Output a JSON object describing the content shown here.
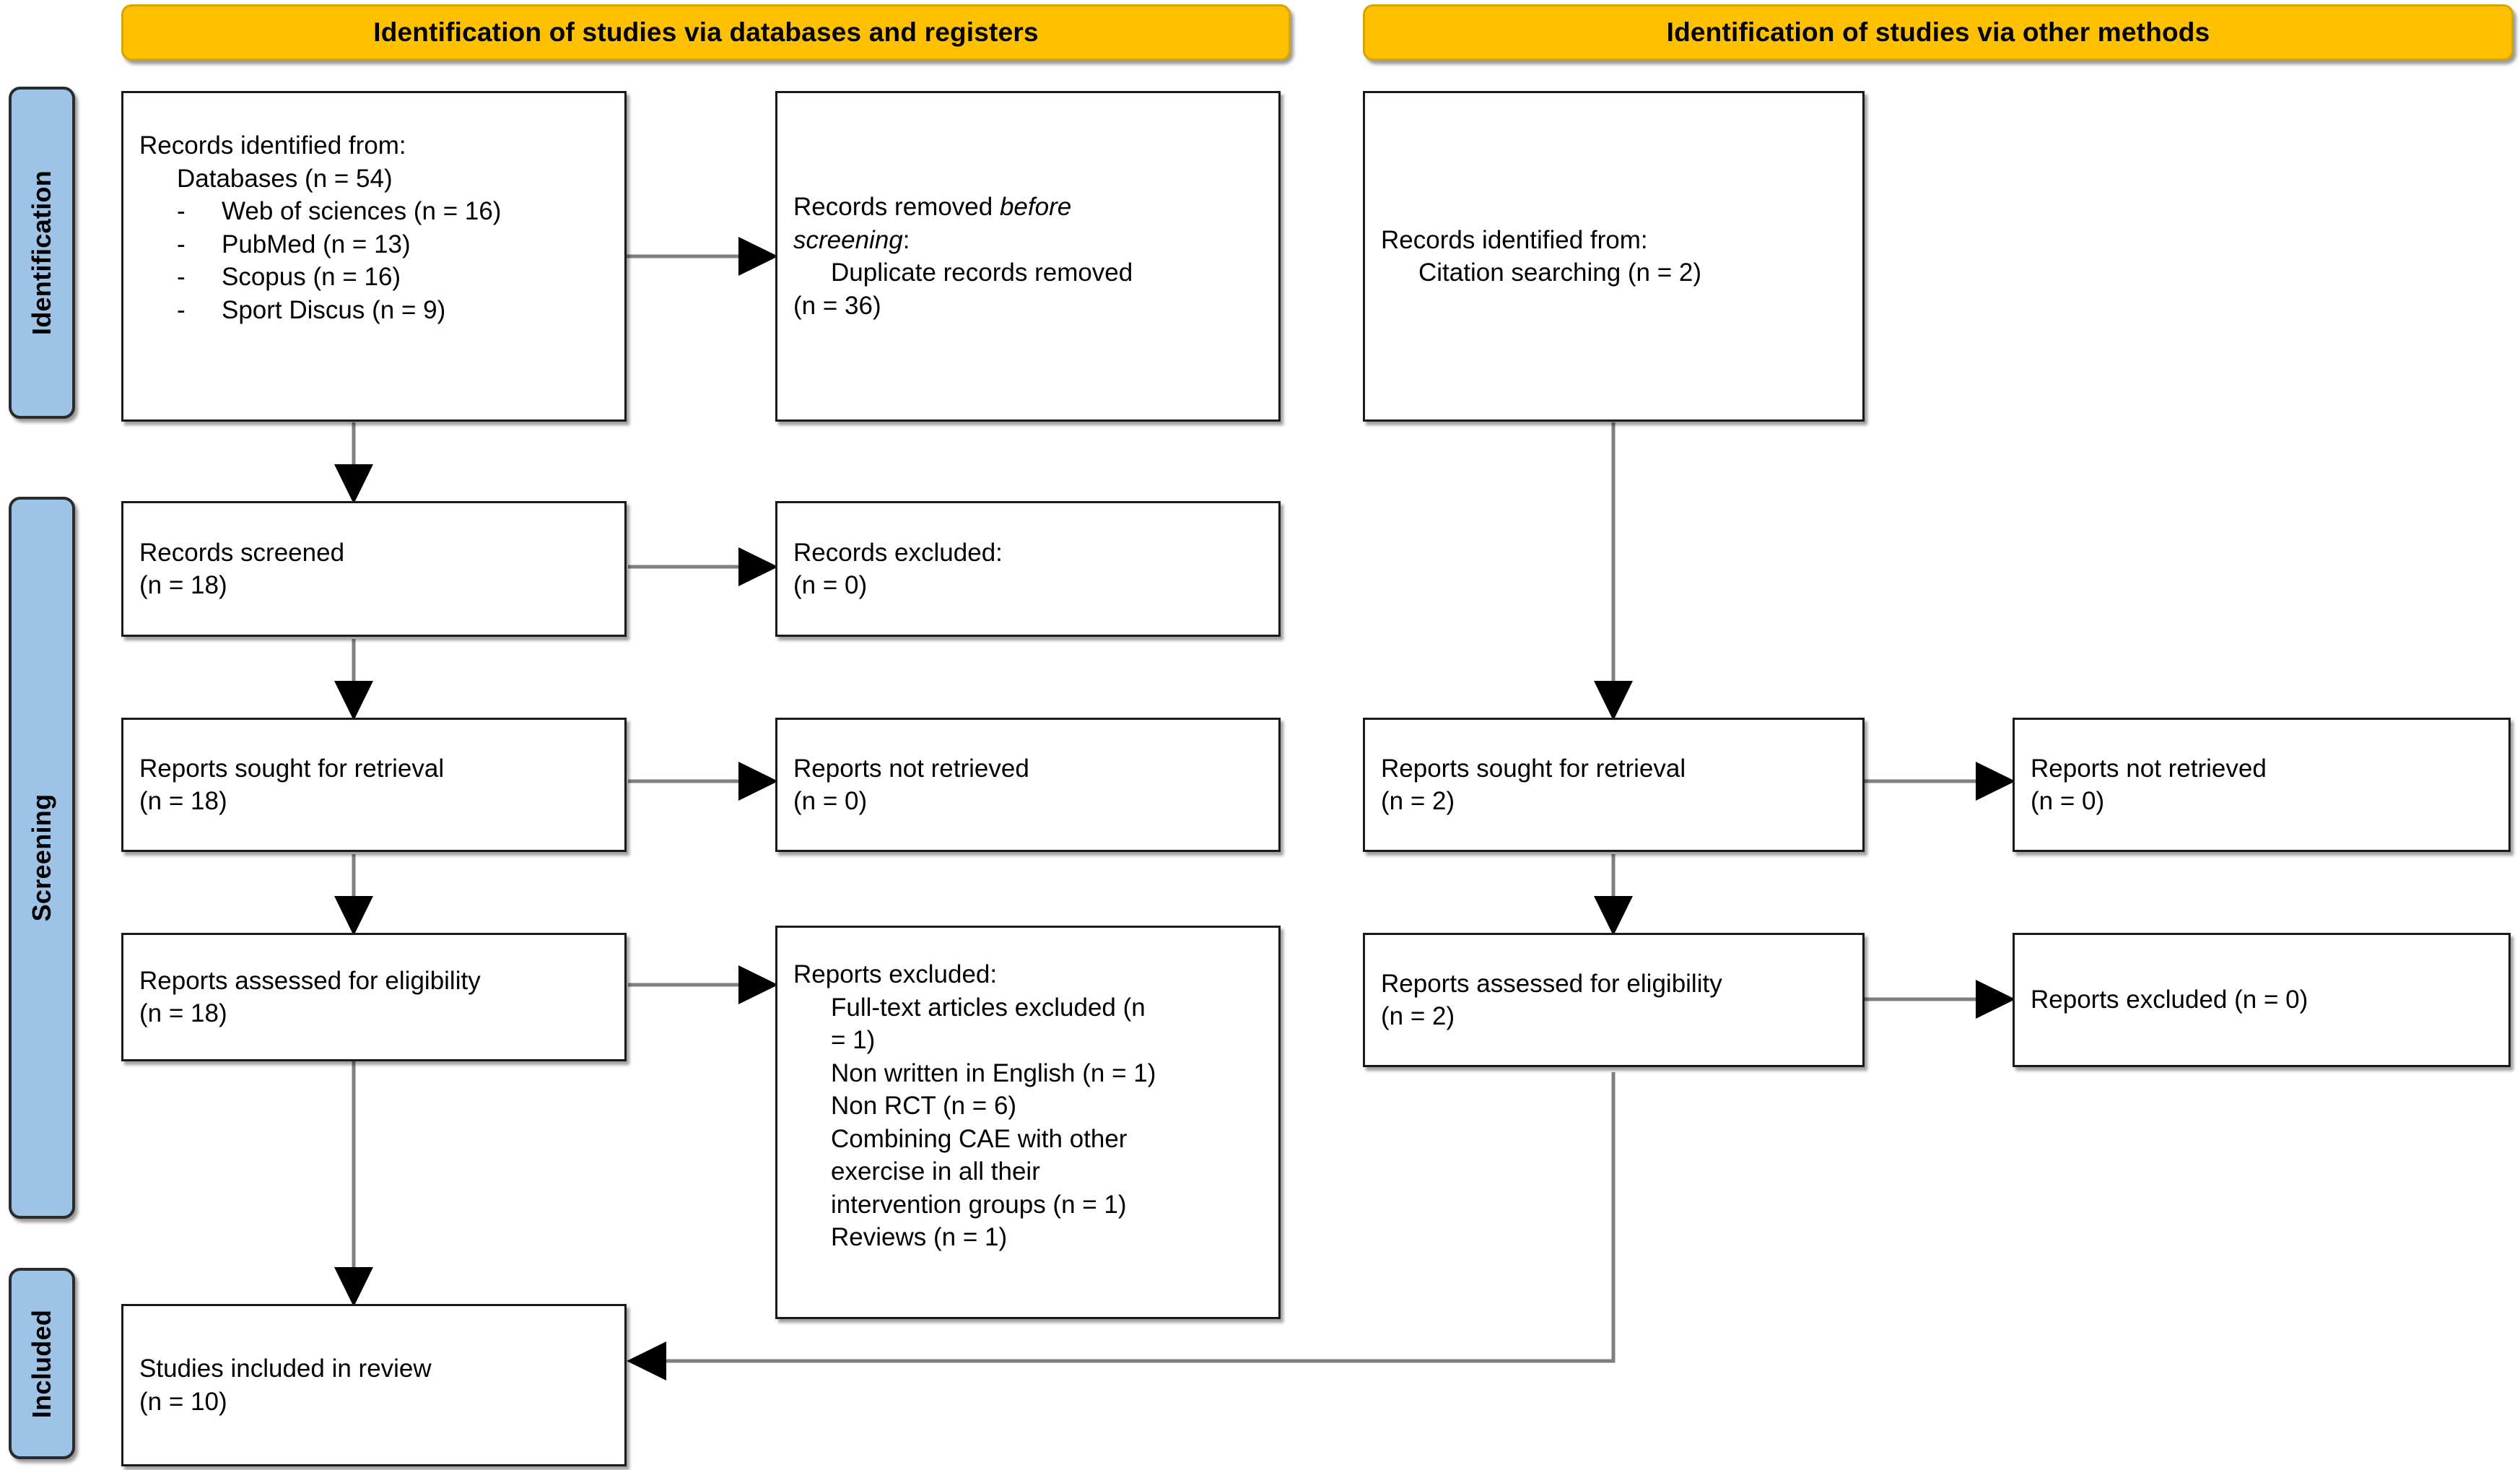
{
  "diagram": {
    "type": "prisma-flow-diagram",
    "colors": {
      "banner_fill": "#FFC000",
      "banner_border": "#D9A300",
      "rail_fill": "#9DC3E6",
      "rail_border": "#2B2B2B",
      "box_border": "#1A1A1A",
      "box_fill": "#FFFFFF",
      "connector": "#808080",
      "arrowhead": "#000000",
      "text": "#000000"
    }
  },
  "banners": [
    {
      "id": "banner-databases",
      "label": "Identification of studies via databases and registers"
    },
    {
      "id": "banner-other",
      "label": "Identification of studies via other methods"
    }
  ],
  "rails": [
    {
      "id": "rail-identification",
      "label": "Identification"
    },
    {
      "id": "rail-screening",
      "label": "Screening"
    },
    {
      "id": "rail-included",
      "label": "Included"
    }
  ],
  "boxes": {
    "records_identified_db": {
      "title": "Records identified from:",
      "sub": "Databases (n = 54)",
      "items": [
        {
          "dash": "-",
          "text": "Web of sciences (n = 16)"
        },
        {
          "dash": "-",
          "text": "PubMed (n = 13)"
        },
        {
          "dash": "-",
          "text": "Scopus (n = 16)"
        },
        {
          "dash": "-",
          "text": "Sport Discus (n = 9)"
        }
      ]
    },
    "records_removed": {
      "line1_pre": "Records removed ",
      "line1_em": "before",
      "line2_em": "screening",
      "line2_post": ":",
      "sub1": "Duplicate records removed",
      "sub2": "(n = 36)"
    },
    "records_identified_other": {
      "title": "Records identified from:",
      "sub": "Citation searching (n = 2)"
    },
    "records_screened": {
      "title": "Records screened",
      "count": "(n = 18)"
    },
    "records_excluded": {
      "title": "Records excluded:",
      "count": "(n = 0)"
    },
    "reports_sought_left": {
      "title": "Reports sought for retrieval",
      "count": "(n = 18)"
    },
    "reports_not_retrieved_left": {
      "title": "Reports not retrieved",
      "count": "(n = 0)"
    },
    "reports_sought_right": {
      "title": "Reports sought for retrieval",
      "count": "(n = 2)"
    },
    "reports_not_retrieved_right": {
      "title": "Reports not retrieved",
      "count": "(n = 0)"
    },
    "reports_assessed_left": {
      "title": "Reports assessed for eligibility",
      "count": "(n = 18)"
    },
    "reports_excluded_detail": {
      "title": "Reports excluded:",
      "lines": [
        "Full-text articles excluded (n",
        "= 1)",
        "Non written in English (n = 1)",
        "Non RCT (n = 6)",
        "Combining CAE with other",
        "exercise in all their",
        "intervention groups (n = 1)",
        "Reviews (n = 1)"
      ]
    },
    "reports_assessed_right": {
      "title": "Reports assessed for eligibility",
      "count": "(n = 2)"
    },
    "reports_excluded_right": {
      "title": "Reports excluded (n = 0)"
    },
    "studies_included": {
      "title": "Studies included in review",
      "count": "(n = 10)"
    }
  }
}
